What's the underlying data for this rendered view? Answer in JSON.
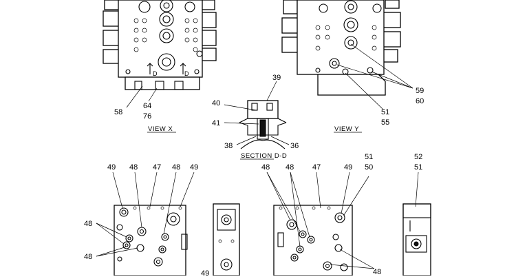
{
  "labels": {
    "l39": "39",
    "l40": "40",
    "l41": "41",
    "l38": "38",
    "l36": "36",
    "l58": "58",
    "l64": "64",
    "l76": "76",
    "l59": "59",
    "l60": "60",
    "l51a": "51",
    "l55": "55",
    "l49a": "49",
    "l48a": "48",
    "l47a": "47",
    "l48b": "48",
    "l49b": "49",
    "l48c": "48",
    "l48d": "48",
    "l49c": "49",
    "l48e": "48",
    "l48f": "48",
    "l47b": "47",
    "l49d": "49",
    "l51b": "51",
    "l50": "50",
    "l52": "52",
    "l51c": "51",
    "l48g": "48",
    "dmark1": "D",
    "dmark2": "D"
  },
  "captions": {
    "view_x": "VIEW  X",
    "view_y": "VIEW  Y",
    "section_dd": "SECTION  D-D"
  }
}
